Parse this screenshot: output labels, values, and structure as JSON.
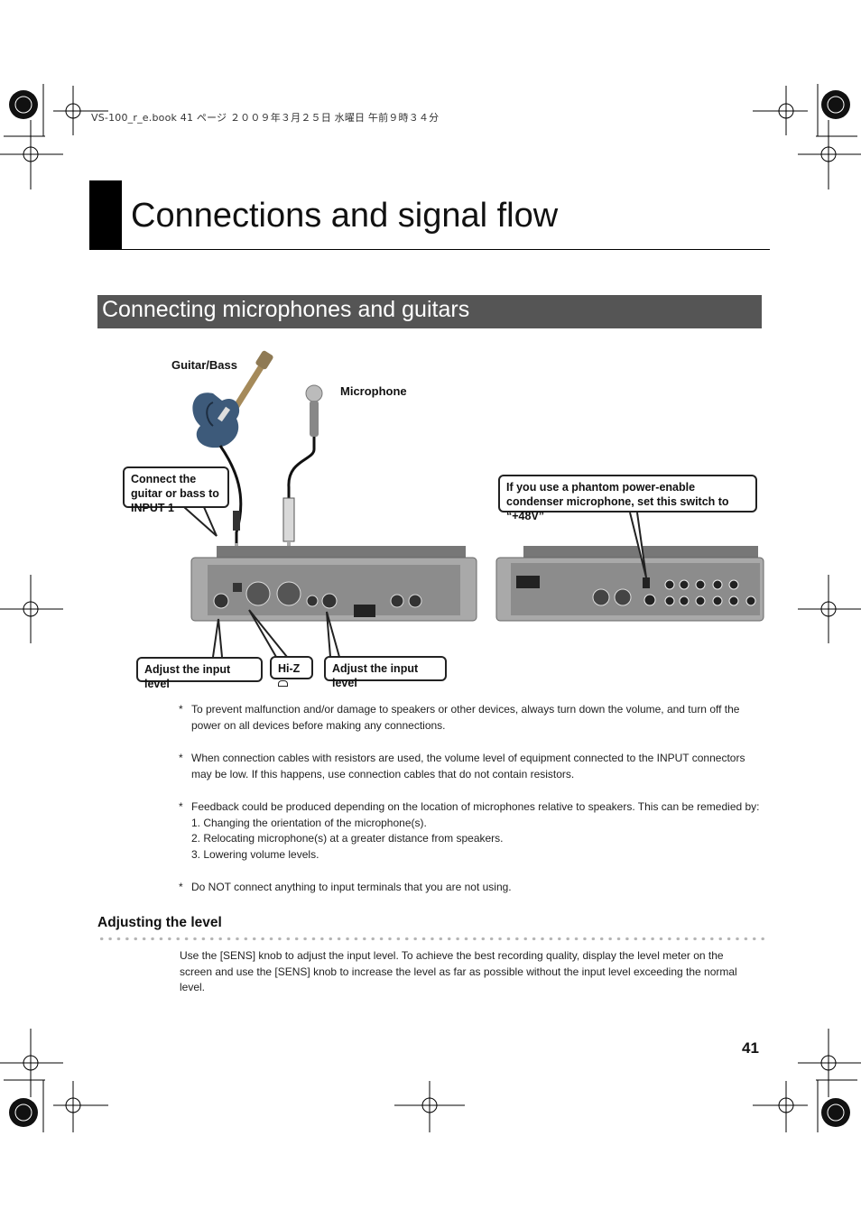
{
  "print_header": "VS-100_r_e.book  41 ページ  ２００９年３月２５日  水曜日  午前９時３４分",
  "page": {
    "title": "Connections and signal flow",
    "section_title": "Connecting microphones and guitars",
    "page_number": "41"
  },
  "figure": {
    "guitar_label": "Guitar/Bass",
    "microphone_label": "Microphone",
    "callout_guitar": "Connect the guitar or bass to INPUT 1",
    "callout_phantom": "If you use a phantom power-enable condenser microphone, set this switch to “+48V”",
    "callout_adjust_left": "Adjust the input level",
    "callout_hiz": "Hi-Z",
    "callout_adjust_right": "Adjust the input level"
  },
  "notes": [
    {
      "marker": "*",
      "text": "To prevent malfunction and/or damage to speakers or other devices, always turn down the volume, and turn off the power on all devices before making any connections."
    },
    {
      "marker": "*",
      "text": "When connection cables with resistors are used, the volume level of equipment connected to the INPUT connectors may be low. If this happens, use connection cables that do not contain resistors."
    },
    {
      "marker": "*",
      "text": "Feedback could be produced depending on the location of microphones relative to speakers. This can be remedied by:",
      "items": [
        "1. Changing the orientation of the microphone(s).",
        "2. Relocating microphone(s) at a greater distance from speakers.",
        "3. Lowering volume levels."
      ]
    },
    {
      "marker": "*",
      "text": "Do NOT connect anything to input terminals that you are not using."
    }
  ],
  "adjusting": {
    "heading": "Adjusting the level",
    "body": "Use the [SENS] knob to adjust the input level. To achieve the best recording quality, display the level meter on the screen and use the [SENS] knob to increase the level as far as possible without the input level exceeding the normal level."
  }
}
